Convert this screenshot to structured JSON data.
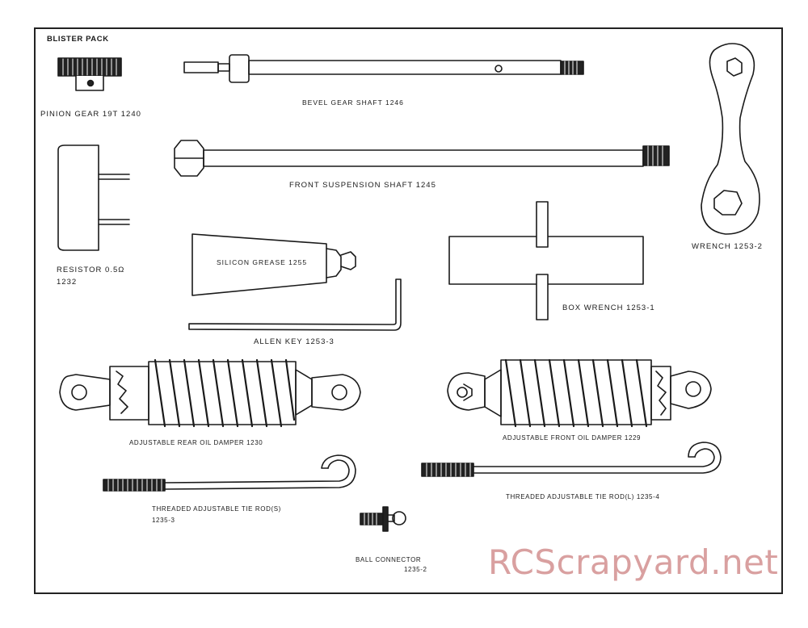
{
  "header": {
    "title": "BLISTER PACK"
  },
  "parts": {
    "pinion_gear": "PINION GEAR 19T 1240",
    "bevel_gear_shaft": "BEVEL GEAR SHAFT 1246",
    "wrench": "WRENCH 1253-2",
    "front_suspension_shaft": "FRONT SUSPENSION SHAFT 1245",
    "resistor_line1": "RESISTOR   0.5Ω",
    "resistor_line2": "1232",
    "silicon_grease": "SILICON GREASE 1255",
    "box_wrench": "BOX WRENCH 1253-1",
    "allen_key": "ALLEN KEY 1253-3",
    "rear_oil_damper": "ADJUSTABLE REAR OIL DAMPER 1230",
    "front_oil_damper": "ADJUSTABLE FRONT OIL DAMPER 1229",
    "tie_rod_s_line1": "THREADED ADJUSTABLE TIE ROD(S)",
    "tie_rod_s_line2": "1235-3",
    "tie_rod_l": "THREADED ADJUSTABLE TIE ROD(L) 1235-4",
    "ball_connector_line1": "BALL CONNECTOR",
    "ball_connector_line2": "1235-2"
  },
  "watermark": "RCScrapyard.net"
}
